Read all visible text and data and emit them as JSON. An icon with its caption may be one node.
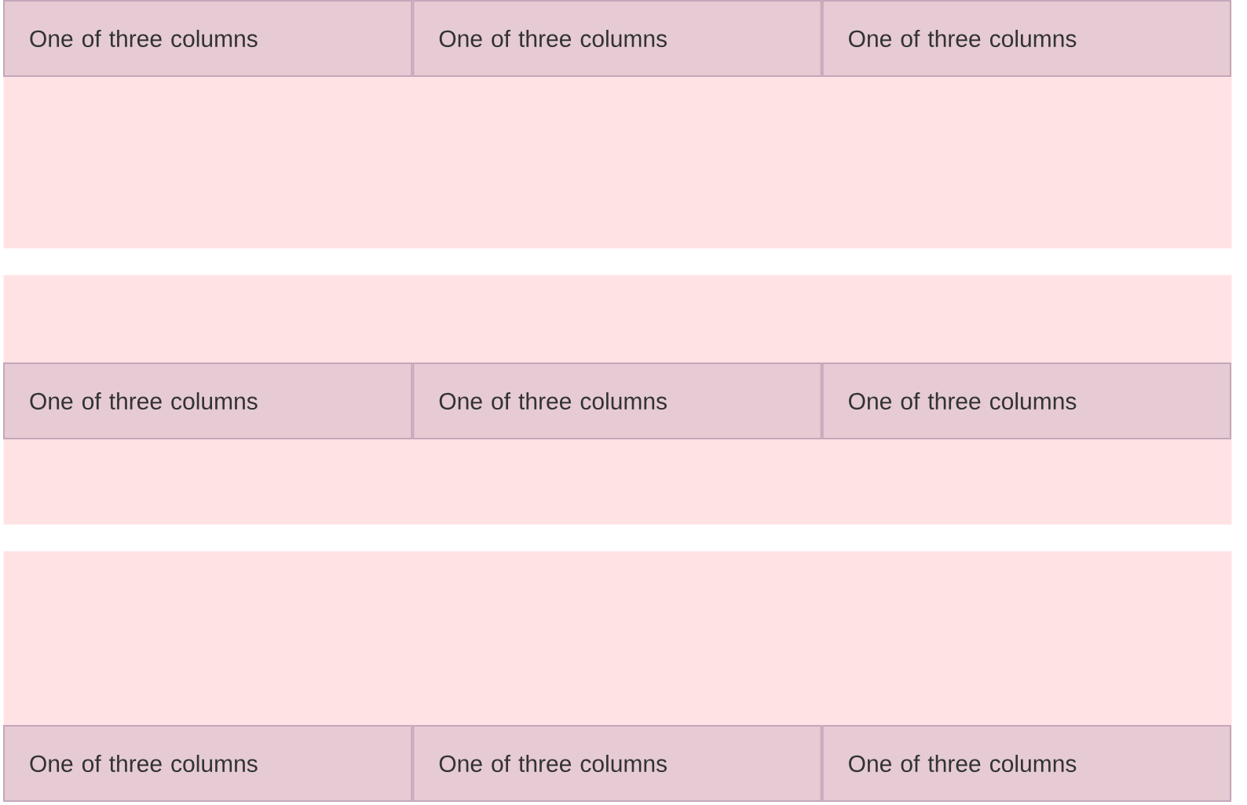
{
  "diagram": {
    "nodes": [
      {
        "text": [],
        "shape": "box"
      },
      {
        "text": [
          "One of three columns"
        ],
        "in": 0
      },
      {
        "text": [
          "One of three columns"
        ],
        "in": 0
      },
      {
        "text": [
          "One of three columns"
        ],
        "in": 0
      },
      {
        "text": [],
        "shape": "box"
      },
      {
        "text": [
          "One of three columns"
        ],
        "in": 4
      },
      {
        "text": [
          "One of three columns"
        ],
        "in": 4
      },
      {
        "text": [
          "One of three columns"
        ],
        "in": 4
      },
      {
        "text": [],
        "shape": "box"
      },
      {
        "text": [
          "One of three columns"
        ],
        "in": 8
      },
      {
        "text": [
          "One of three columns"
        ],
        "in": 8
      },
      {
        "text": [
          "One of three columns"
        ],
        "in": 8
      }
    ]
  }
}
